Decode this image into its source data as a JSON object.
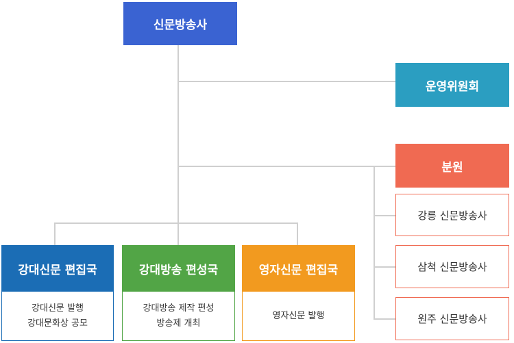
{
  "root": {
    "label": "신문방송사",
    "color": "#3a63d2"
  },
  "committee": {
    "label": "운영위원회",
    "color": "#2b9ec1"
  },
  "branch": {
    "label": "분원",
    "color": "#f06a52",
    "offices": [
      {
        "label": "강릉 신문방송사"
      },
      {
        "label": "삼척 신문방송사"
      },
      {
        "label": "원주 신문방송사"
      }
    ]
  },
  "departments": [
    {
      "title": "강대신문 편집국",
      "color": "#1b6db5",
      "duties": [
        "강대신문 발행",
        "강대문화상 공모"
      ]
    },
    {
      "title": "강대방송 편성국",
      "color": "#52a546",
      "duties": [
        "강대방송 제작 편성",
        "방송제 개최"
      ]
    },
    {
      "title": "영자신문 편집국",
      "color": "#f29a1f",
      "duties": [
        "영자신문 발행"
      ]
    }
  ]
}
